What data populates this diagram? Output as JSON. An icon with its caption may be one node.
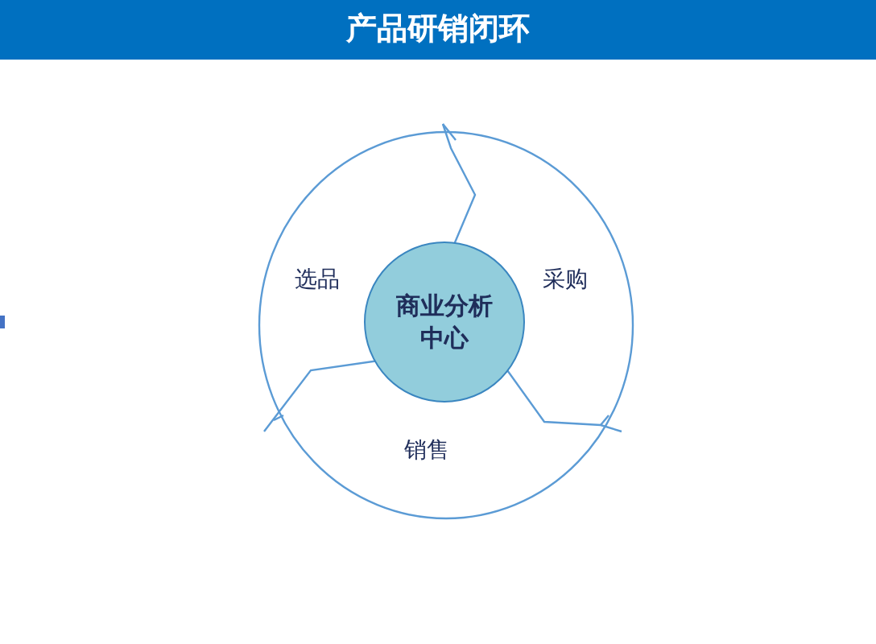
{
  "diagram": {
    "title": "产品研销闭环",
    "nodes": [
      {
        "text": [
          "商业分析中心"
        ]
      }
    ],
    "labels": [
      "选品",
      "采购",
      "销售"
    ]
  }
}
